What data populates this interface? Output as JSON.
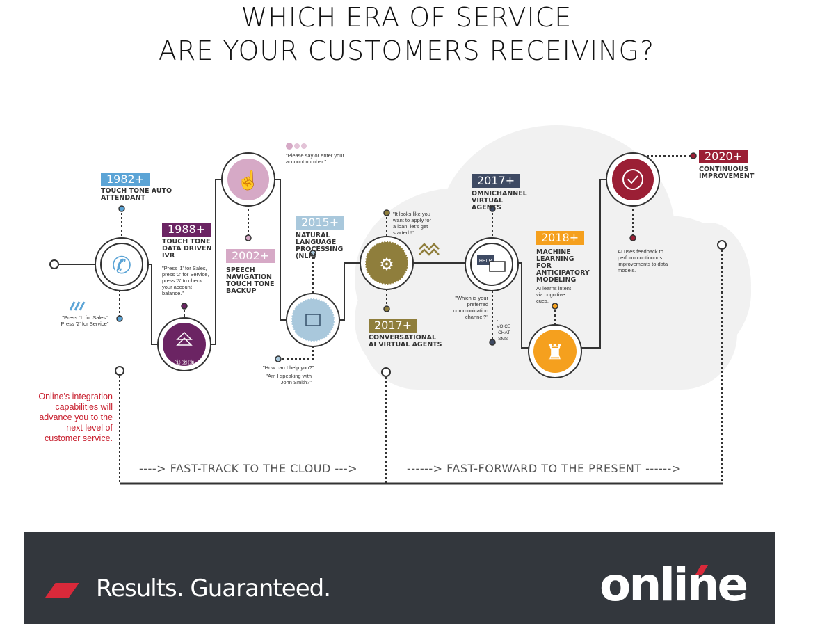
{
  "title": {
    "line1": "WHICH ERA OF SERVICE",
    "line2": "ARE YOUR CUSTOMERS RECEIVING?"
  },
  "eras": [
    {
      "year": "1982+",
      "name": "TOUCH TONE AUTO ATTENDANT",
      "note": "\"Press '1' for Sales\" Press '2' for Service\"",
      "color": "#5ba4d6",
      "icon": "phone-icon"
    },
    {
      "year": "1988+",
      "name": "TOUCH TONE DATA DRIVEN IVR",
      "note": "\"Press '1' for Sales, press '2' for Service, press '3' to check your account balance.\"",
      "color": "#6b2463",
      "icon": "menu-tree-icon"
    },
    {
      "year": "2002+",
      "name": "SPEECH NAVIGATION TOUCH TONE BACKUP",
      "note": "\"Please say or enter your account number.\"",
      "color": "#d6a9c6",
      "icon": "keypad-icon"
    },
    {
      "year": "2015+",
      "name": "NATURAL LANGUAGE PROCESSING (NLP)",
      "note": "\"How can I help you?\"",
      "note2": "\"Am I speaking with John Smith?\"",
      "color": "#a9c8dc",
      "icon": "chip-icon"
    },
    {
      "year": "2017+",
      "name": "CONVERSATIONAL AI VIRTUAL AGENTS",
      "note": "\"It looks like you want to apply for a loan, let's get started.!\"",
      "color": "#8f7e3c",
      "icon": "virtual-agent-icon"
    },
    {
      "year": "2017+",
      "name": "OMNICHANNEL VIRTUAL AGENTS",
      "note": "\"Which is your preferred communication channel?\"",
      "note2": "-VOICE -CHAT -SMS",
      "help": "HELP",
      "color": "#3e4a63",
      "icon": "chat-help-icon"
    },
    {
      "year": "2018+",
      "name": "MACHINE LEARNING FOR ANTICIPATORY MODELING",
      "note": "AI learns intent via cognitive cues.",
      "color": "#f5a01e",
      "icon": "chess-rook-icon"
    },
    {
      "year": "2020+",
      "name": "CONTINUOUS IMPROVEMENT",
      "note": "AI uses feedback to perform continuous improvements to data models.",
      "color": "#9b1f35",
      "icon": "refresh-check-icon"
    }
  ],
  "sidenote": "Online's integration capabilities will advance you to the next level of customer service.",
  "arrows": {
    "left": "---->  FAST-TRACK TO THE CLOUD  --->",
    "right": "------>  FAST-FORWARD TO THE PRESENT  ------>"
  },
  "footer": {
    "slogan": "Results. Guaranteed.",
    "logo": "online"
  }
}
